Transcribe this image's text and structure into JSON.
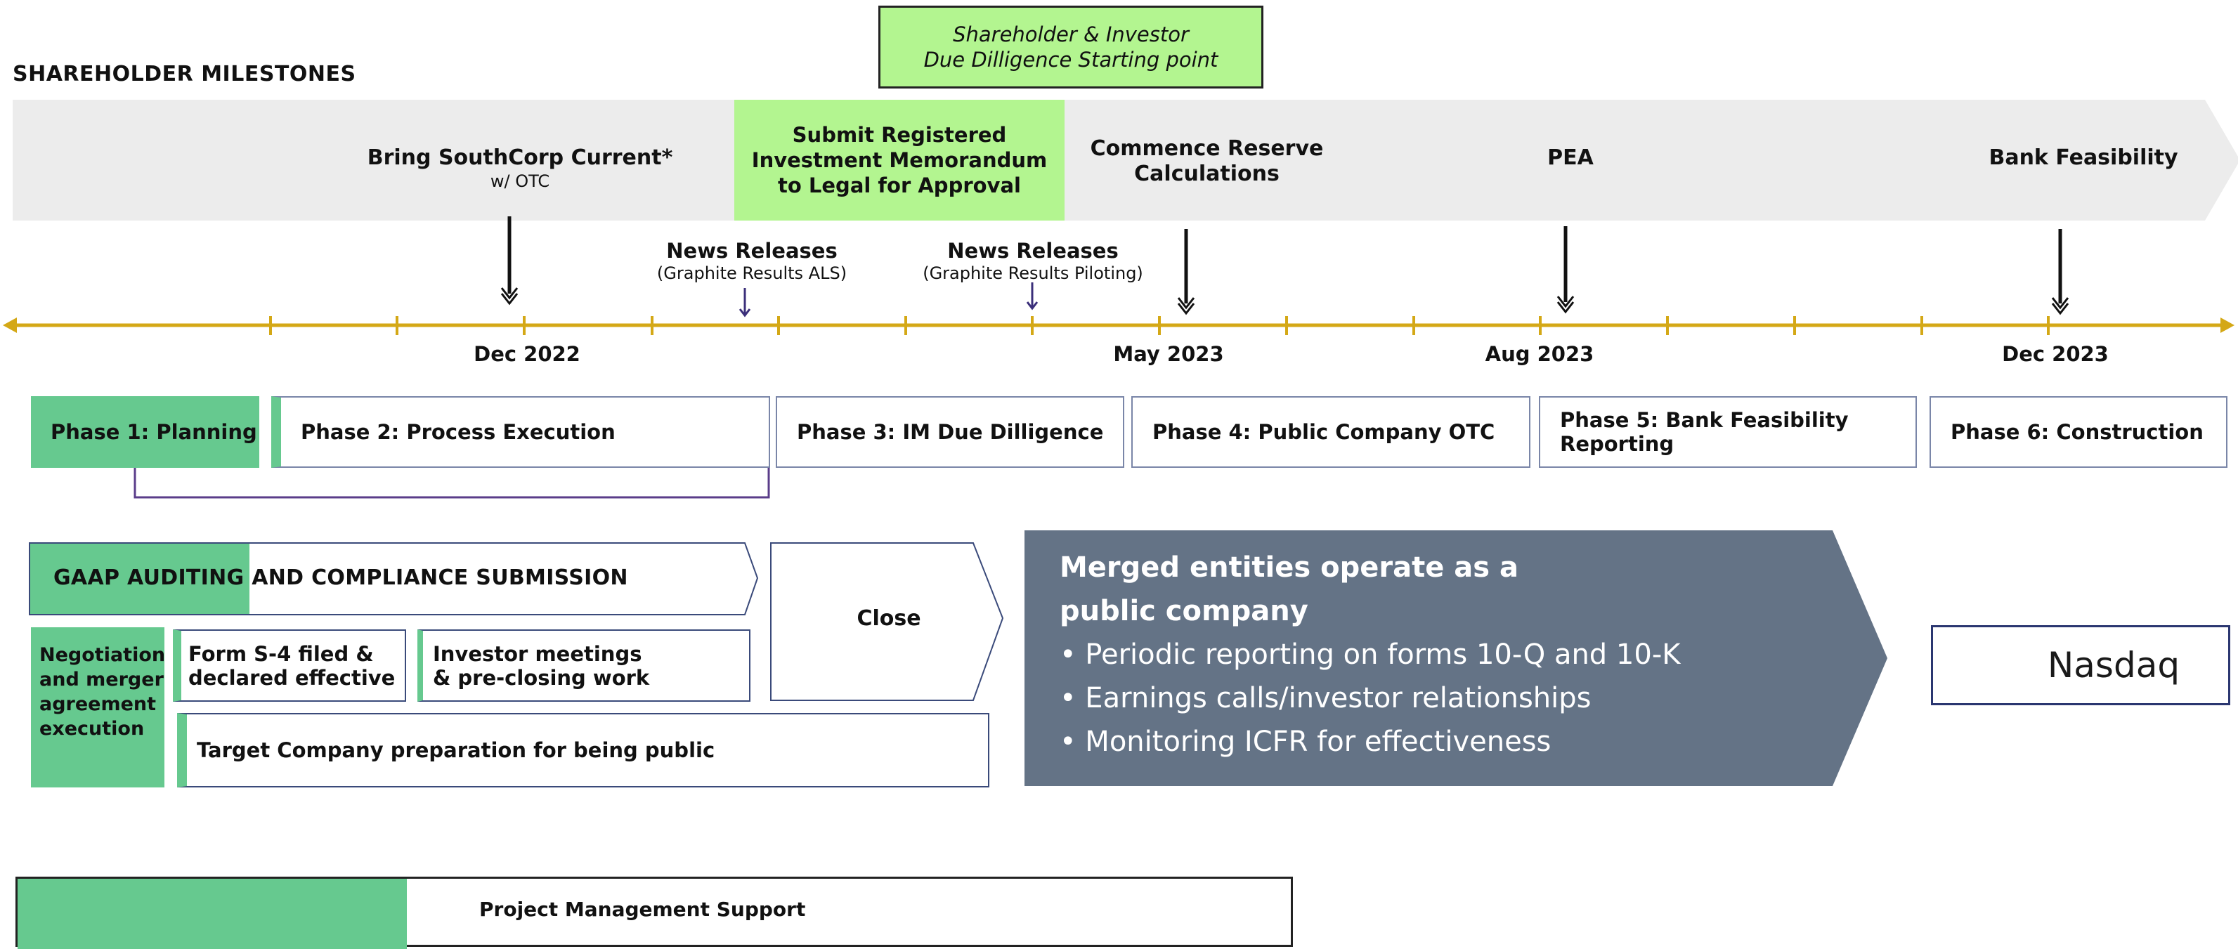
{
  "callout": {
    "line1": "Shareholder & Investor",
    "line2": "Due Dilligence Starting point"
  },
  "title": "SHAREHOLDER MILESTONES",
  "milestones": [
    {
      "title": "Bring SouthCorp Current*",
      "sub": "w/ OTC"
    },
    {
      "title": [
        "Submit Registered",
        "Investment Memorandum",
        "to Legal for Approval"
      ]
    },
    {
      "title": [
        "Commence Reserve",
        "Calculations"
      ]
    },
    {
      "title": "PEA"
    },
    {
      "title": "Bank Feasibility"
    }
  ],
  "news": [
    {
      "title": "News Releases",
      "sub": "(Graphite Results ALS)"
    },
    {
      "title": "News Releases",
      "sub": "(Graphite Results Piloting)"
    }
  ],
  "timeline": {
    "dates": [
      "Dec 2022",
      "May 2023",
      "Aug 2023",
      "Dec 2023"
    ],
    "color": "#d4a816"
  },
  "phases": [
    {
      "label": "Phase 1: Planning"
    },
    {
      "label": "Phase 2: Process Execution"
    },
    {
      "label": "Phase 3: IM Due Dilligence"
    },
    {
      "label": "Phase 4: Public Company OTC"
    },
    {
      "label": [
        "Phase 5: Bank Feasibility",
        "Reporting"
      ]
    },
    {
      "label": "Phase 6: Construction"
    }
  ],
  "process": {
    "gaap": "GAAP AUDITING AND COMPLIANCE SUBMISSION",
    "negotiation": [
      "Negotiation",
      "and merger",
      "agreement",
      "execution"
    ],
    "form_s4": [
      "Form S-4 filed &",
      "declared effective"
    ],
    "investor": [
      "Investor meetings",
      "& pre-closing work"
    ],
    "target": "Target Company preparation for being public",
    "close": "Close"
  },
  "merged": {
    "heading": [
      "Merged entities operate as a",
      "public company"
    ],
    "bullets": [
      "• Periodic reporting on forms 10-Q and 10-K",
      "• Earnings calls/investor relationships",
      "• Monitoring ICFR for effectiveness"
    ]
  },
  "nasdaq": {
    "text": "Nasdaq",
    "logo_color": "#1aa0d8"
  },
  "pm": {
    "label": "Project Management Support"
  },
  "colors": {
    "accent_green": "#66c98f",
    "callout_green": "#b3f590",
    "band_gray": "#ececec",
    "merged_fill": "#647386",
    "timeline": "#d4a816"
  }
}
